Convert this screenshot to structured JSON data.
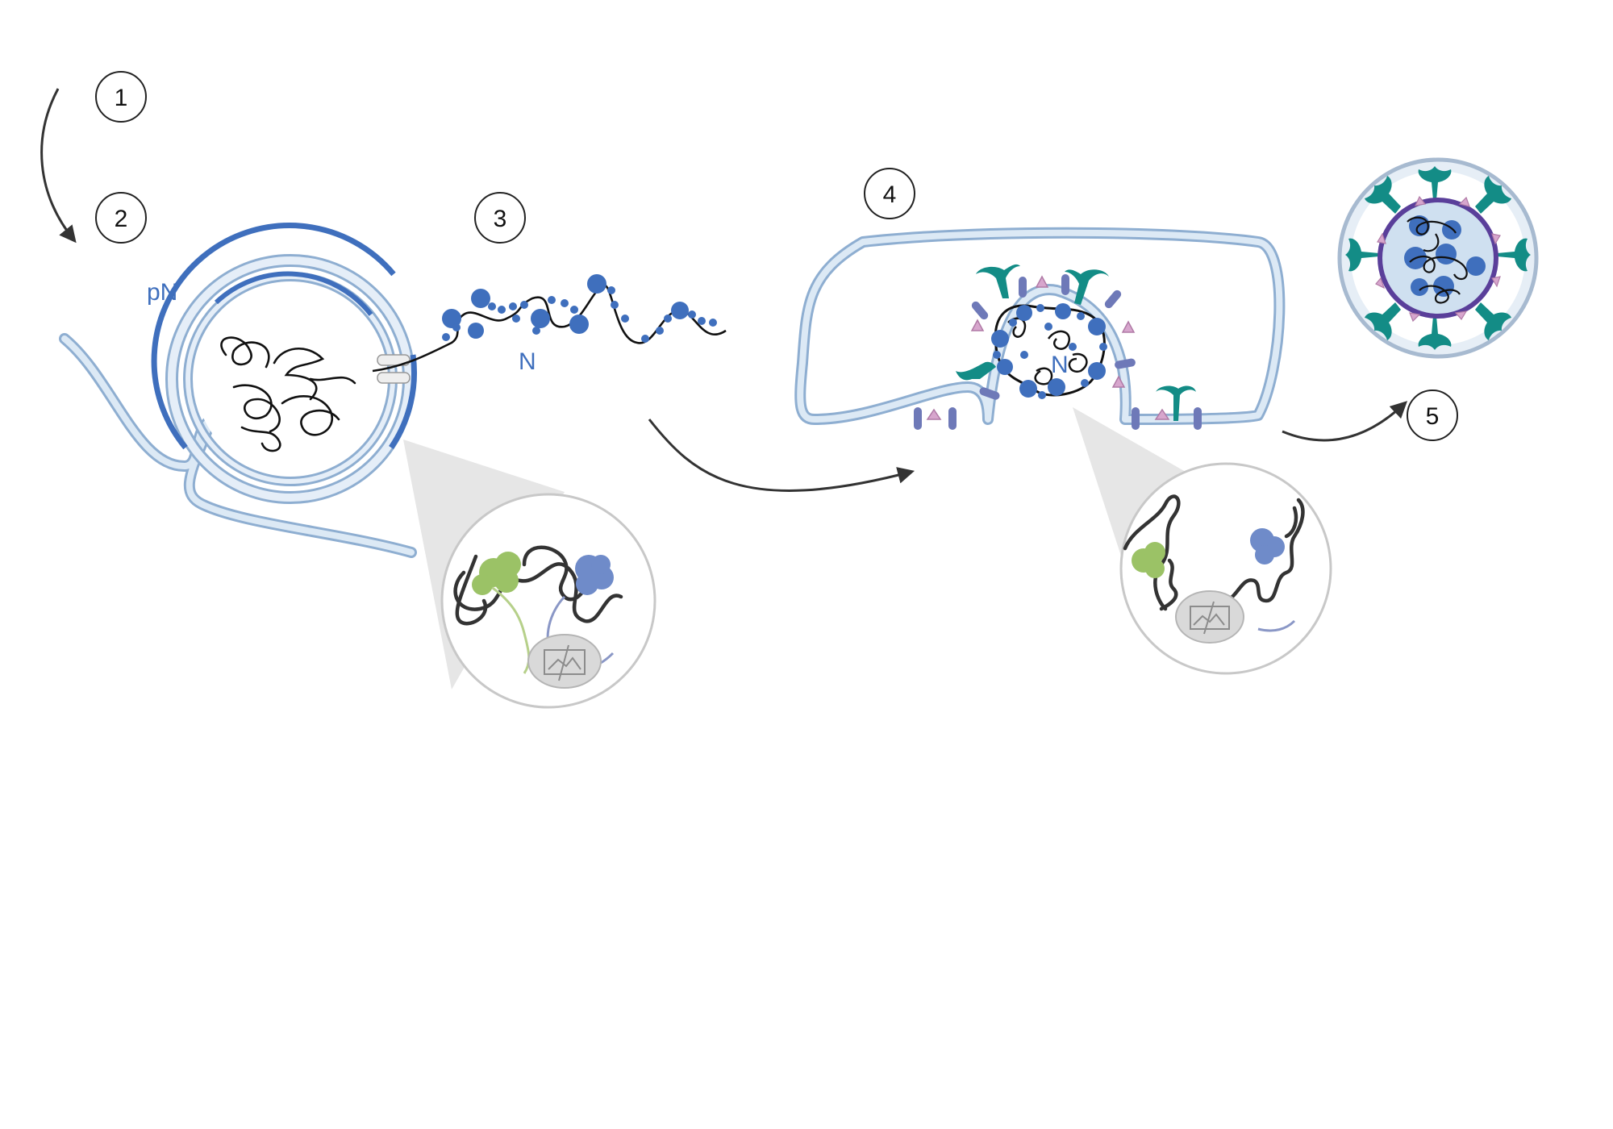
{
  "steps": [
    "1",
    "2",
    "3",
    "4",
    "5"
  ],
  "labels": {
    "pN": "pN",
    "N1": "N",
    "N2": "N"
  },
  "colors": {
    "membrane_fill": "#cfe0f0",
    "membrane_line": "#8eaed1",
    "blue_protein": "#3f6fbd",
    "dark_blue": "#1e3f78",
    "teal_spike": "#138c86",
    "pink_triangle": "#d7a6cd",
    "violet_bar": "#6e79b8",
    "green_cluster": "#9bc266",
    "inset_gray": "#d9d9d9",
    "arrow": "#333333"
  },
  "icons": [
    "broken-image-icon",
    "broken-image-icon"
  ]
}
